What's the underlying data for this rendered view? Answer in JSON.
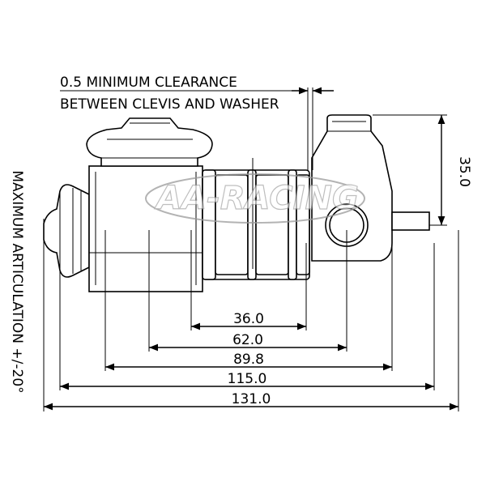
{
  "notes": {
    "clearance_line1": "0.5 MINIMUM CLEARANCE",
    "clearance_line2": "BETWEEN CLEVIS AND WASHER",
    "articulation": "MAXIMUM ARTICULATION +/-20°"
  },
  "dimensions": {
    "d1": "36.0",
    "d2": "62.0",
    "d3": "89.8",
    "d4": "115.0",
    "d5": "131.0",
    "vertical": "35.0"
  },
  "watermark": {
    "text": "AA-RACING"
  }
}
